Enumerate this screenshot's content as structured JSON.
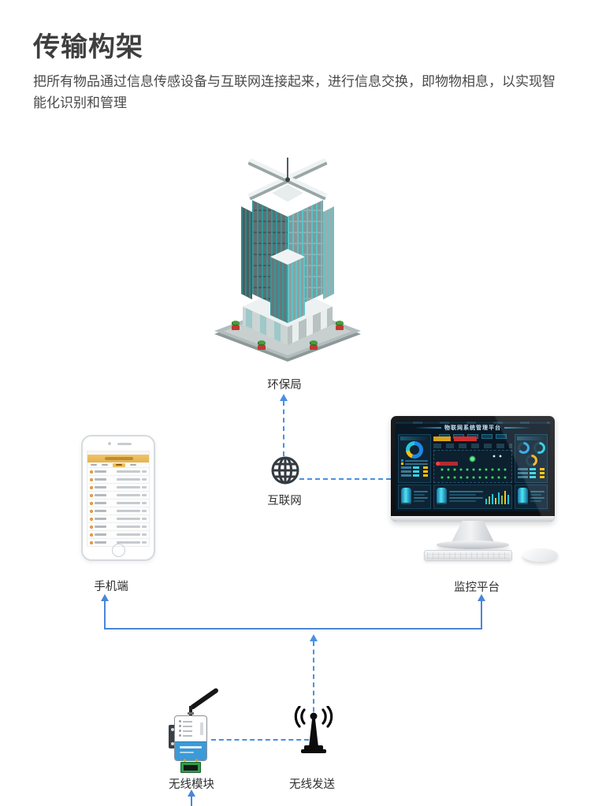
{
  "header": {
    "title": "传输构架",
    "subtitle": "把所有物品通过信息传感设备与互联网连接起来，进行信息交换，即物物相息，以实现智能化识别和管理"
  },
  "diagram": {
    "building": {
      "label": "环保局"
    },
    "internet": {
      "label": "互联网"
    },
    "phone": {
      "label": "手机端"
    },
    "monitor": {
      "label": "监控平台",
      "screen_title": "物联网系统管理平台"
    },
    "module": {
      "label": "无线模块"
    },
    "wireless": {
      "label": "无线发送"
    }
  },
  "colors": {
    "connector_blue": "#4a86d8",
    "dashed_blue": "#4a90e2",
    "building_teal": "#2f9b9d",
    "phone_gold": "#e8b44f",
    "dashboard_bg": "#0a1724",
    "dashboard_green": "#39e05e",
    "alert_red": "#d02f2f",
    "alert_yellow": "#d9a31c"
  }
}
